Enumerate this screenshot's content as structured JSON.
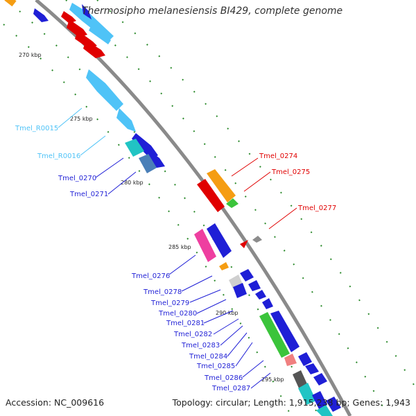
{
  "title": "Thermosipho melanesiensis BI429, complete genome",
  "accession": "Accession: NC_009616",
  "topology": "Topology: circular; Length: 1,915,238 bp; Genes: 1,943",
  "ticks": [
    "270 kbp",
    "275 kbp",
    "280 kbp",
    "285 kbp",
    "290 kbp",
    "295 kbp"
  ],
  "labels": {
    "rna": [
      "Tmel_R0015",
      "Tmel_R0016"
    ],
    "red": [
      "Tmel_0274",
      "Tmel_0275",
      "Tmel_0277"
    ],
    "blue": [
      "Tmel_0270",
      "Tmel_0271",
      "Tmel_0276",
      "Tmel_0278",
      "Tmel_0279",
      "Tmel_0280",
      "Tmel_0281",
      "Tmel_0282",
      "Tmel_0283",
      "Tmel_0284",
      "Tmel_0285",
      "Tmel_0286",
      "Tmel_0287"
    ]
  },
  "colors": {
    "backbone": "#8a8a8a",
    "blue": "#1f1fd6",
    "light_blue": "#4fc3f7",
    "red": "#e00000",
    "orange": "#f59d13",
    "green": "#3bc43b",
    "pink": "#ee3fa0",
    "teal": "#21c4c4",
    "steel": "#4a7fb8",
    "grey": "#8c8c8c",
    "salmon": "#f08080",
    "dots": "#2b8a2b"
  }
}
